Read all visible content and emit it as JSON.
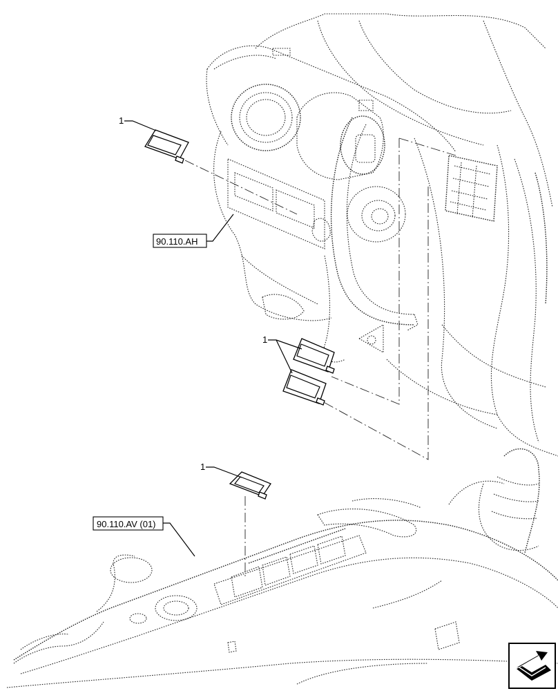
{
  "callouts": {
    "item_top": "1",
    "item_mid": "1",
    "item_bottom": "1"
  },
  "references": {
    "ref_upper": "90.110.AH",
    "ref_lower": "90.110.AV (01)"
  }
}
